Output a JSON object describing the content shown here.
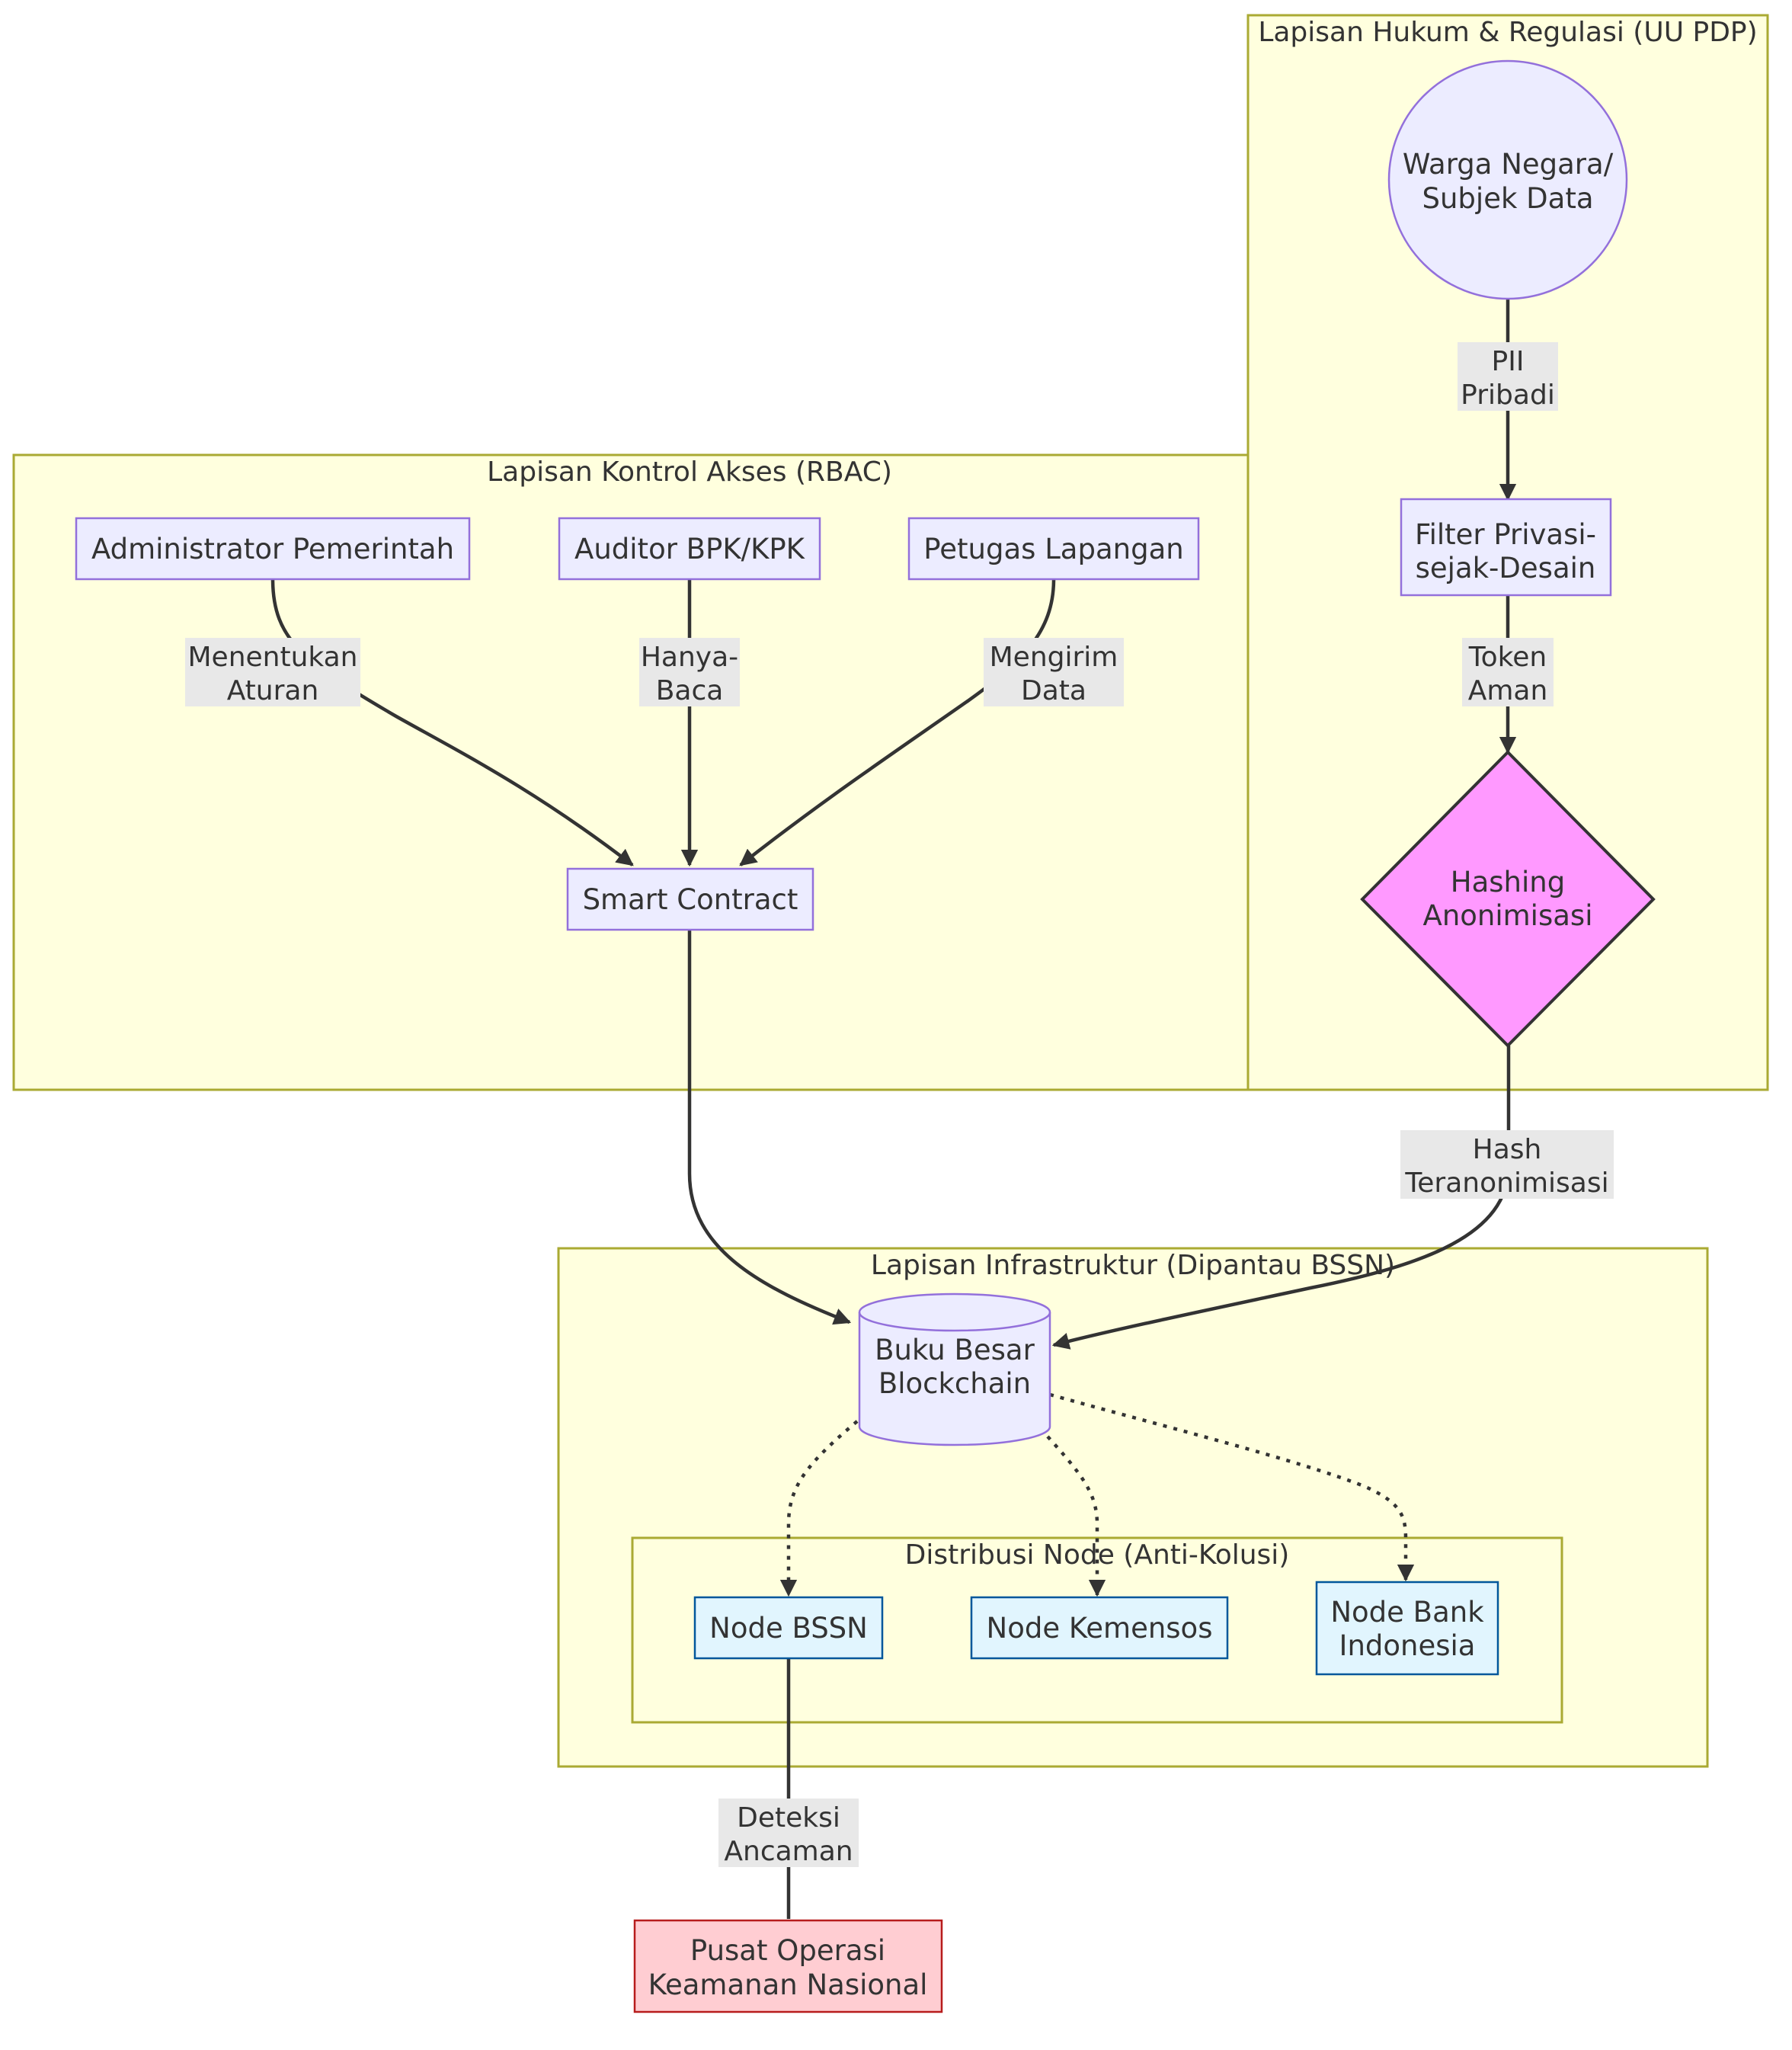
{
  "diagram": {
    "clusters": {
      "hukum": "Lapisan Hukum & Regulasi (UU PDP)",
      "kontrol": "Lapisan Kontrol Akses (RBAC)",
      "infra": "Lapisan Infrastruktur (Dipantau BSSN)",
      "distribusi": "Distribusi Node (Anti-Kolusi)"
    },
    "nodes": {
      "warga": [
        "Warga Negara/",
        "Subjek Data"
      ],
      "filter": [
        "Filter Privasi-",
        "sejak-Desain"
      ],
      "hashing": [
        "Hashing",
        "Anonimisasi"
      ],
      "admin": [
        "Administrator Pemerintah"
      ],
      "auditor": [
        "Auditor BPK/KPK"
      ],
      "petugas": [
        "Petugas Lapangan"
      ],
      "smart": [
        "Smart Contract"
      ],
      "ledger": [
        "Buku Besar",
        "Blockchain"
      ],
      "bssn": [
        "Node BSSN"
      ],
      "kemensos": [
        "Node Kemensos"
      ],
      "bank": [
        "Node Bank",
        "Indonesia"
      ],
      "pusat": [
        "Pusat Operasi",
        "Keamanan Nasional"
      ]
    },
    "edges": {
      "warga_filter": [
        "PII",
        "Pribadi"
      ],
      "filter_hashing": [
        "Token",
        "Aman"
      ],
      "admin_smart": [
        "Menentukan",
        "Aturan"
      ],
      "auditor_smart": [
        "Hanya-",
        "Baca"
      ],
      "petugas_smart": [
        "Mengirim",
        "Data"
      ],
      "hashing_ledger": [
        "Hash",
        "Teranonimisasi"
      ],
      "bssn_pusat": [
        "Deteksi",
        "Ancaman"
      ]
    },
    "colors": {
      "cluster_fill": "#ffffde",
      "cluster_stroke": "#aaaa33",
      "node_fill": "#ececff",
      "node_stroke": "#9370db",
      "node_blue_fill": "#e1f5fe",
      "node_blue_stroke": "#01579b",
      "node_red_fill": "#ffcdd2",
      "node_red_stroke": "#b71c1c",
      "diamond_fill": "#ff99ff",
      "edge": "#333333",
      "edge_label_bg": "#e8e8e8"
    }
  }
}
